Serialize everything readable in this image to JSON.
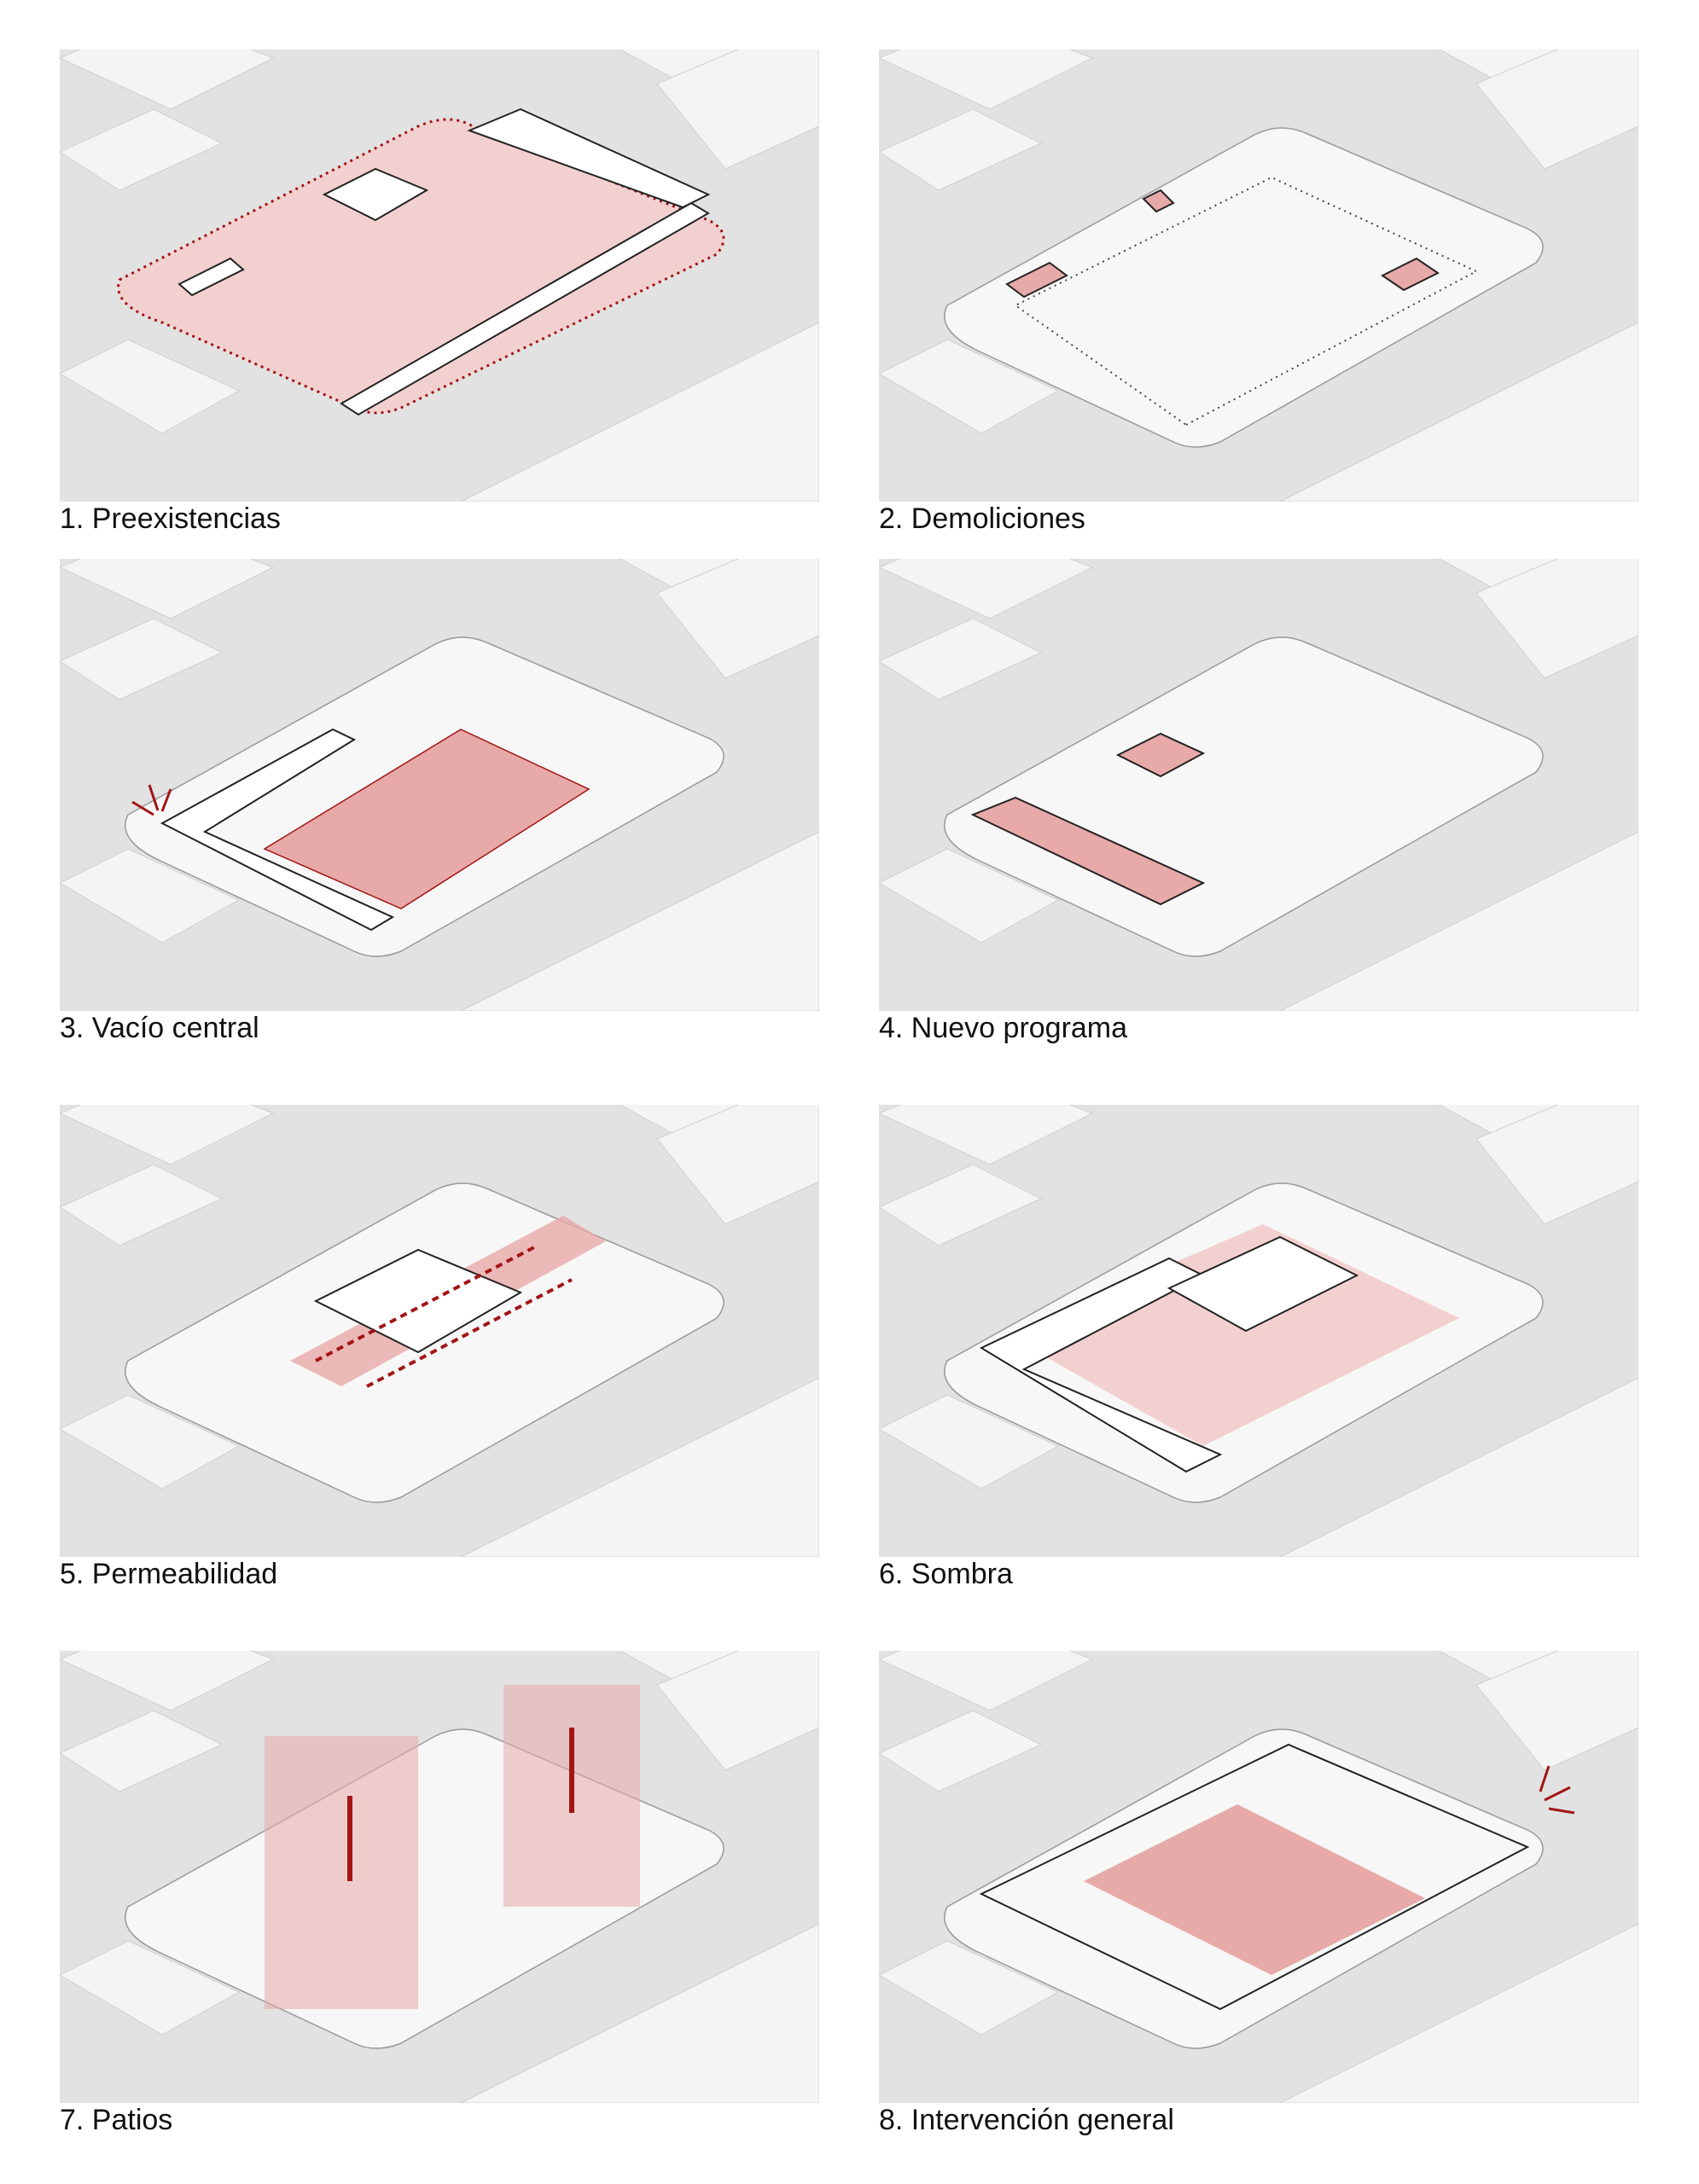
{
  "panels": [
    {
      "caption": "1. Preexistencias"
    },
    {
      "caption": "2. Demoliciones"
    },
    {
      "caption": "3. Vacío central"
    },
    {
      "caption": "4. Nuevo programa"
    },
    {
      "caption": "5. Permeabilidad"
    },
    {
      "caption": "6. Sombra"
    },
    {
      "caption": "7. Patios"
    },
    {
      "caption": "8. Intervención general"
    }
  ],
  "colors": {
    "background": "#e2e2e2",
    "block": "#f4f4f4",
    "plot": "#f7f7f7",
    "highlight": "#e8a9a9",
    "highlight_light": "#f3d0d0",
    "accent": "#a31515"
  }
}
